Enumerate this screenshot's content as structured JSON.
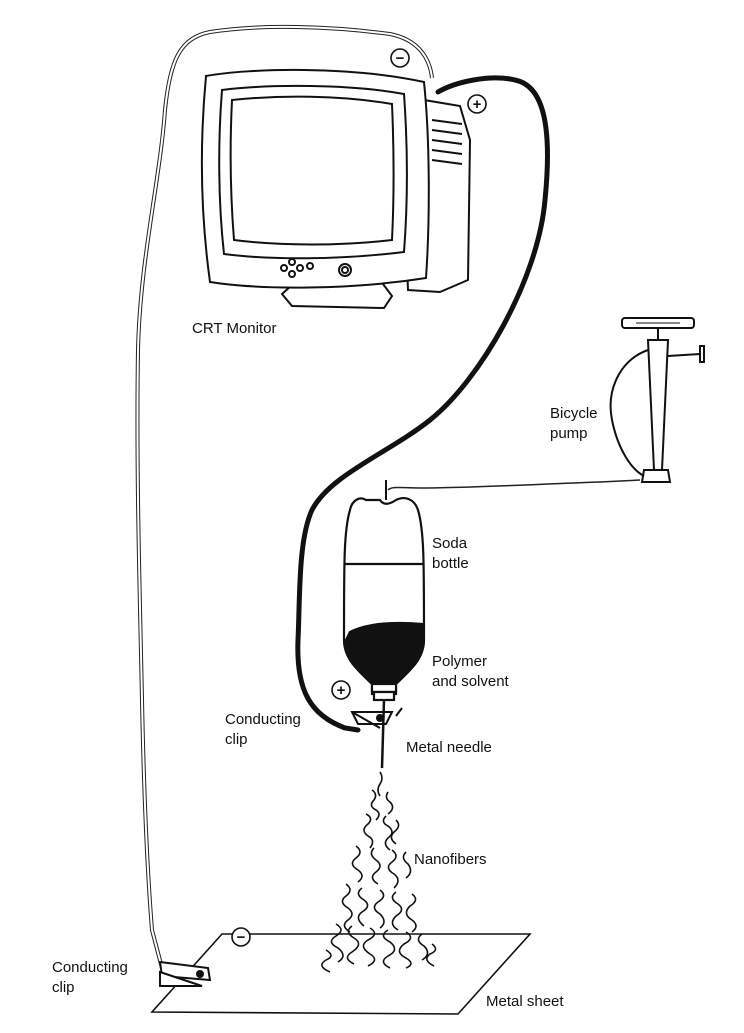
{
  "labels": {
    "monitor": "CRT Monitor",
    "pump_line1": "Bicycle",
    "pump_line2": "pump",
    "bottle_line1": "Soda",
    "bottle_line2": "bottle",
    "polymer_line1": "Polymer",
    "polymer_line2": "and solvent",
    "clip_top_line1": "Conducting",
    "clip_top_line2": "clip",
    "needle": "Metal needle",
    "nanofibers": "Nanofibers",
    "clip_bottom_line1": "Conducting",
    "clip_bottom_line2": "clip",
    "sheet": "Metal sheet"
  },
  "signs": {
    "monitor_minus": "−",
    "monitor_plus": "+",
    "clip_plus": "+",
    "sheet_minus": "−"
  }
}
